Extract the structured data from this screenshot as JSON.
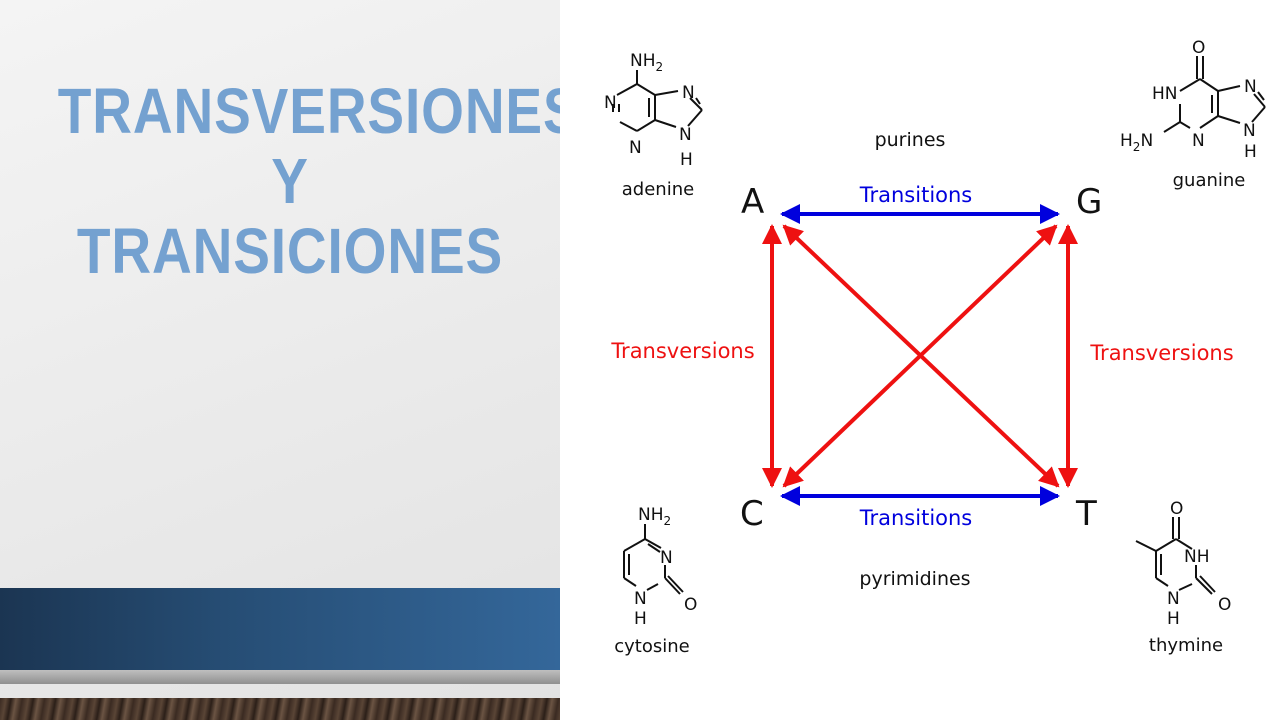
{
  "title": {
    "line1": "TRANSVERSIONES",
    "line2": "Y",
    "line3": "TRANSICIONES"
  },
  "colors": {
    "title": "#74a1d0",
    "transition": "#0000dd",
    "transversion": "#ee1111",
    "accent_bar": "#264d74"
  },
  "diagram": {
    "bases": {
      "A": "A",
      "G": "G",
      "C": "C",
      "T": "T"
    },
    "group_labels": {
      "purines": "purines",
      "pyrimidines": "pyrimidines"
    },
    "transition_top": "Transitions",
    "transition_bottom": "Transitions",
    "transversion_left": "Transversions",
    "transversion_right": "Transversions",
    "molecules": {
      "adenine": {
        "name": "adenine",
        "atoms": {
          "nh2": "NH",
          "nh2_sub": "2",
          "n1": "N",
          "n3": "N",
          "n7": "N",
          "n9": "N",
          "h9": "H"
        }
      },
      "guanine": {
        "name": "guanine",
        "atoms": {
          "o6": "O",
          "hn1": "HN",
          "h2n": "H",
          "h2n_sub": "2",
          "h2n_n": "N",
          "n3": "N",
          "n7": "N",
          "n9": "N",
          "h9": "H"
        }
      },
      "cytosine": {
        "name": "cytosine",
        "atoms": {
          "nh2": "NH",
          "nh2_sub": "2",
          "n3": "N",
          "n1": "N",
          "h1": "H",
          "o2": "O"
        }
      },
      "thymine": {
        "name": "thymine",
        "atoms": {
          "o4": "O",
          "nh3": "NH",
          "n1": "N",
          "h1": "H",
          "o2": "O"
        }
      }
    }
  }
}
